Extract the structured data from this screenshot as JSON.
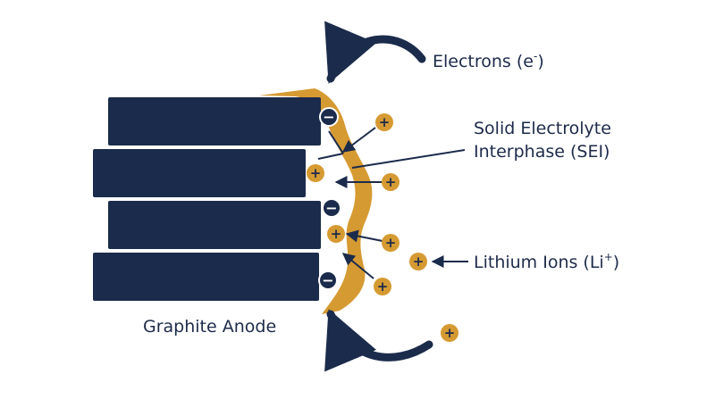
{
  "labels": {
    "electrons": {
      "main": "Electrons (e",
      "sup": "-",
      "close": ")"
    },
    "sei_line1": "Solid Electrolyte",
    "sei_line2": "Interphase (SEI)",
    "lithium": {
      "main": "Lithium Ions (Li",
      "sup": "+",
      "close": ")"
    },
    "anode": "Graphite Anode"
  },
  "symbols": {
    "plus": "+",
    "minus": "−"
  },
  "colors": {
    "navy": "#1b2b4b",
    "gold": "#d69a32",
    "text": "#1d2b4a"
  }
}
